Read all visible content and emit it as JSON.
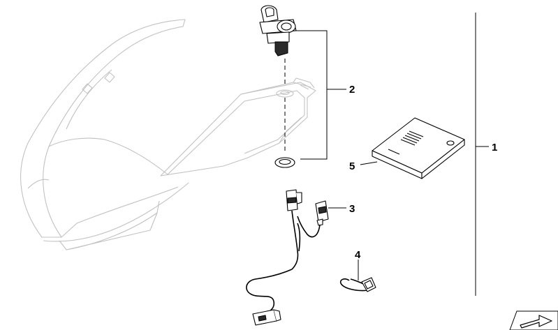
{
  "callouts": {
    "c1": "1",
    "c2": "2",
    "c3": "3",
    "c4": "4",
    "c5": "5"
  }
}
